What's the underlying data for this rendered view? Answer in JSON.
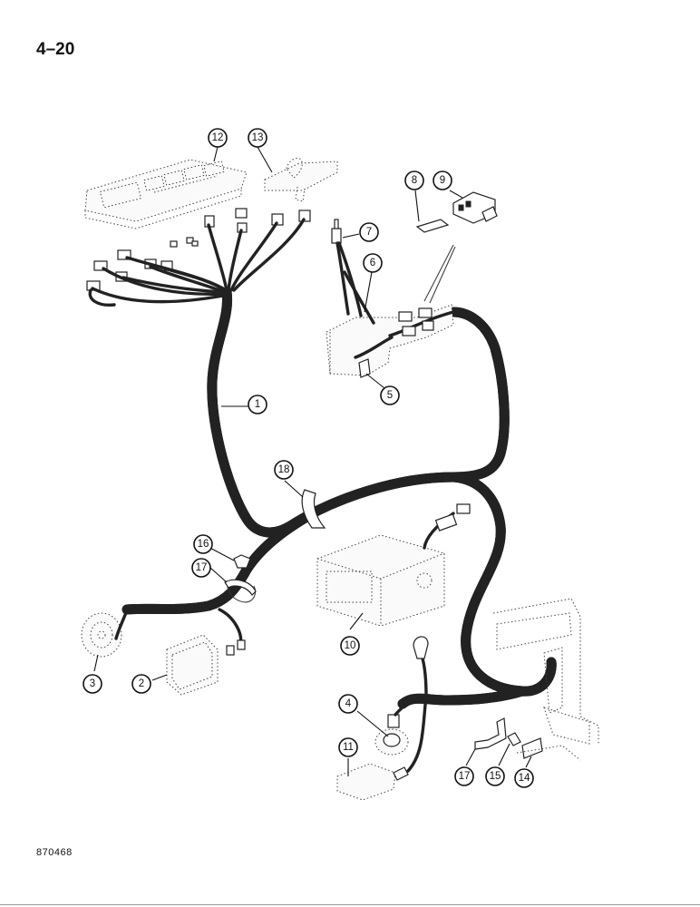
{
  "page": {
    "number": "4–20",
    "figure_code": "870468"
  },
  "callouts": [
    {
      "id": "c1",
      "label": "1"
    },
    {
      "id": "c2",
      "label": "2"
    },
    {
      "id": "c3",
      "label": "3"
    },
    {
      "id": "c4",
      "label": "4"
    },
    {
      "id": "c5",
      "label": "5"
    },
    {
      "id": "c6",
      "label": "6"
    },
    {
      "id": "c7",
      "label": "7"
    },
    {
      "id": "c8",
      "label": "8"
    },
    {
      "id": "c9",
      "label": "9"
    },
    {
      "id": "c10",
      "label": "10"
    },
    {
      "id": "c11",
      "label": "11"
    },
    {
      "id": "c12",
      "label": "12"
    },
    {
      "id": "c13",
      "label": "13"
    },
    {
      "id": "c14",
      "label": "14"
    },
    {
      "id": "c15",
      "label": "15"
    },
    {
      "id": "c16",
      "label": "16"
    },
    {
      "id": "c17a",
      "label": "17"
    },
    {
      "id": "c17b",
      "label": "17"
    },
    {
      "id": "c18",
      "label": "18"
    }
  ]
}
